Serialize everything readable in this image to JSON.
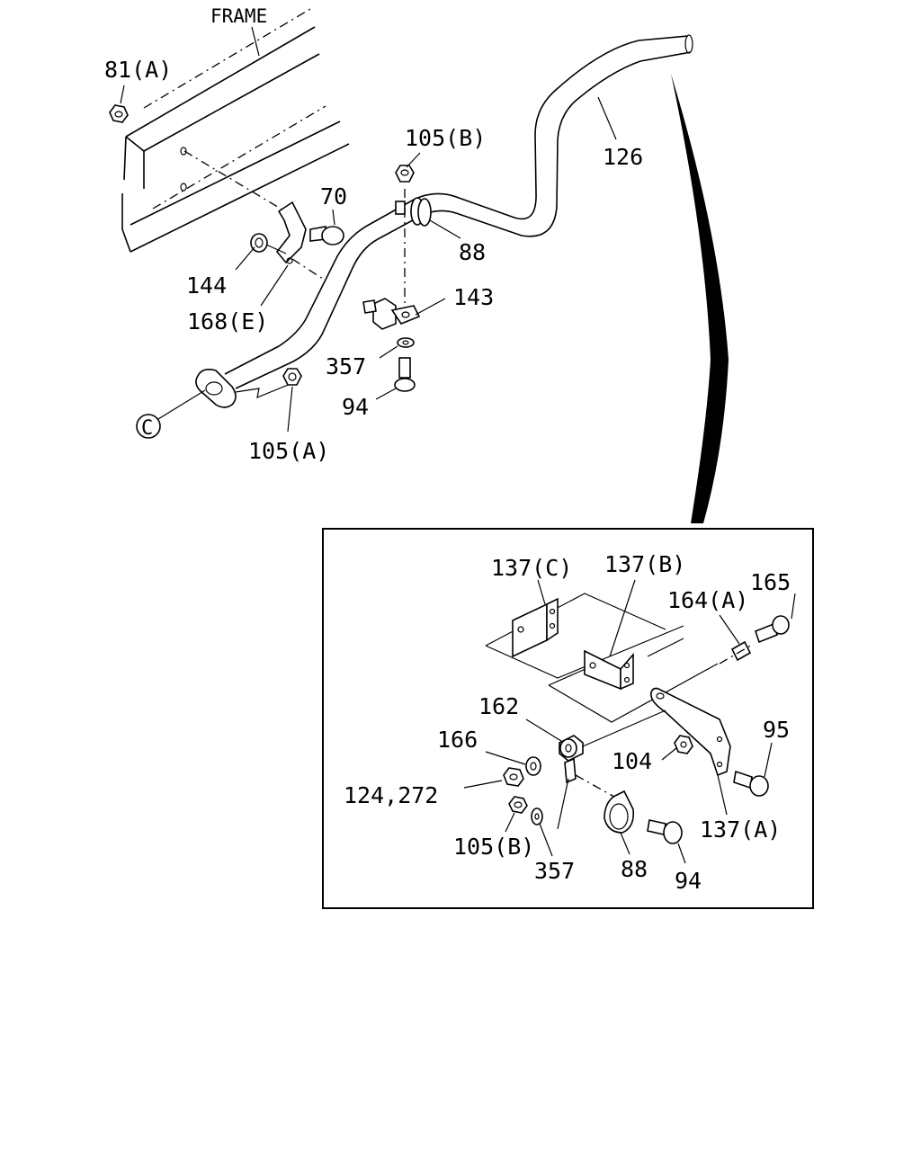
{
  "labels": {
    "frame": "FRAME",
    "p81a": "81(A)",
    "p105b_top": "105(B)",
    "p126": "126",
    "p70": "70",
    "p88_top": "88",
    "p144": "144",
    "p168e": "168(E)",
    "p143": "143",
    "p357_top": "357",
    "p94_top": "94",
    "callout_c": "C",
    "p105a": "105(A)",
    "p137c": "137(C)",
    "p137b": "137(B)",
    "p164a": "164(A)",
    "p165": "165",
    "p162": "162",
    "p166": "166",
    "p104": "104",
    "p95": "95",
    "p124_272": "124,272",
    "p105b_bottom": "105(B)",
    "p357_bottom": "357",
    "p88_bottom": "88",
    "p94_bottom": "94",
    "p137a": "137(A)"
  }
}
